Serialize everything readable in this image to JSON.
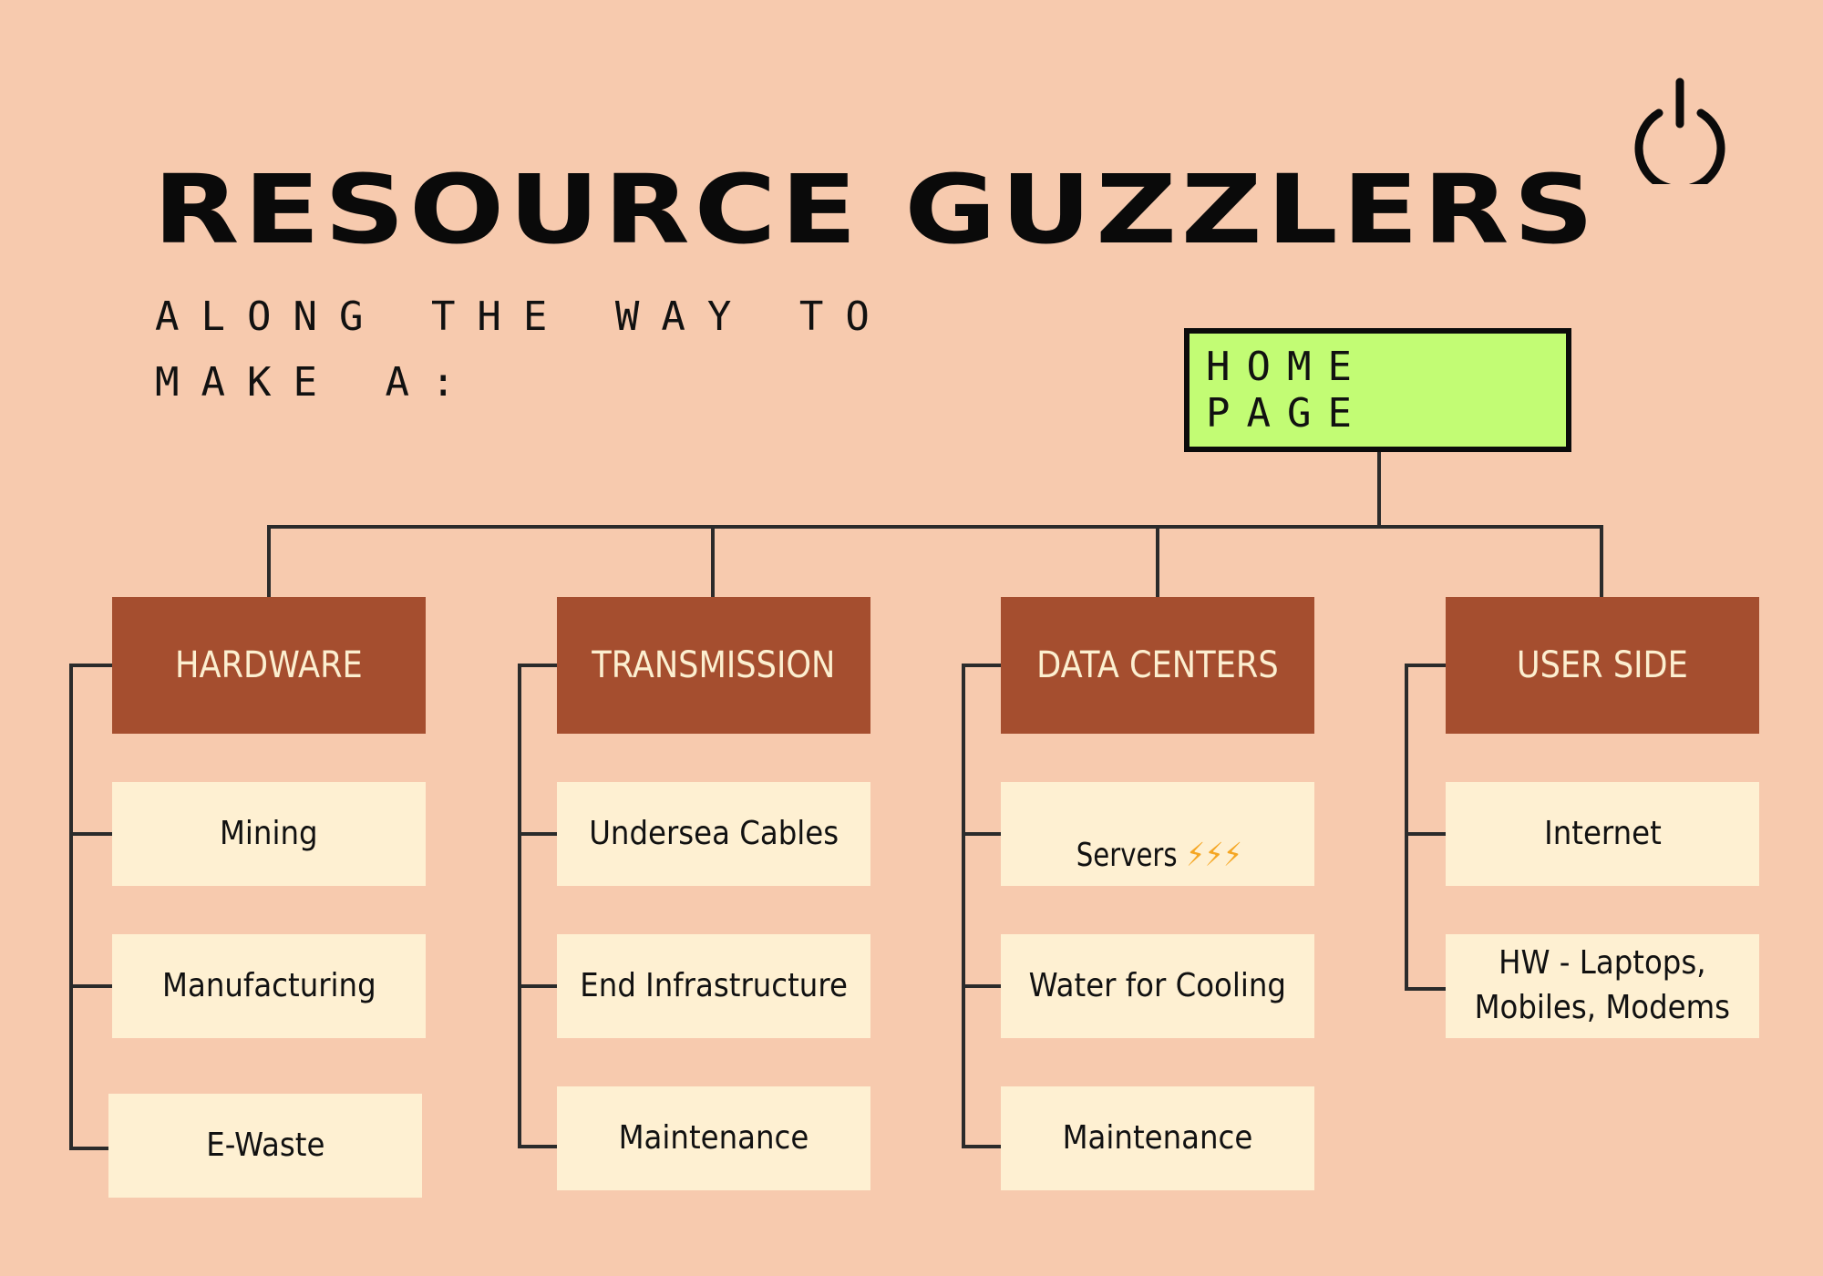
{
  "title": "RESOURCE GUZZLERS",
  "subtitle_line1": "ALONG THE WAY TO",
  "subtitle_line2": "MAKE A:",
  "root": {
    "label": "HOME PAGE"
  },
  "categories": [
    {
      "label": "HARDWARE",
      "items": [
        "Mining",
        "Manufacturing",
        "E-Waste"
      ]
    },
    {
      "label": "TRANSMISSION",
      "items": [
        "Undersea Cables",
        "End Infrastructure",
        "Maintenance"
      ]
    },
    {
      "label": "DATA CENTERS",
      "items": [
        "Servers ",
        "Water for Cooling",
        "Maintenance"
      ],
      "bolts": "⚡⚡⚡"
    },
    {
      "label": "USER SIDE",
      "items": [
        "Internet",
        "HW - Laptops,\nMobiles, Modems"
      ]
    }
  ],
  "colors": {
    "background": "#F7CAAE",
    "root_fill": "#C2FC74",
    "category_fill": "#A54E2F",
    "item_fill": "#FEF0D2",
    "connector": "#2B2B2B"
  },
  "icons": {
    "top_right": "power-icon"
  }
}
